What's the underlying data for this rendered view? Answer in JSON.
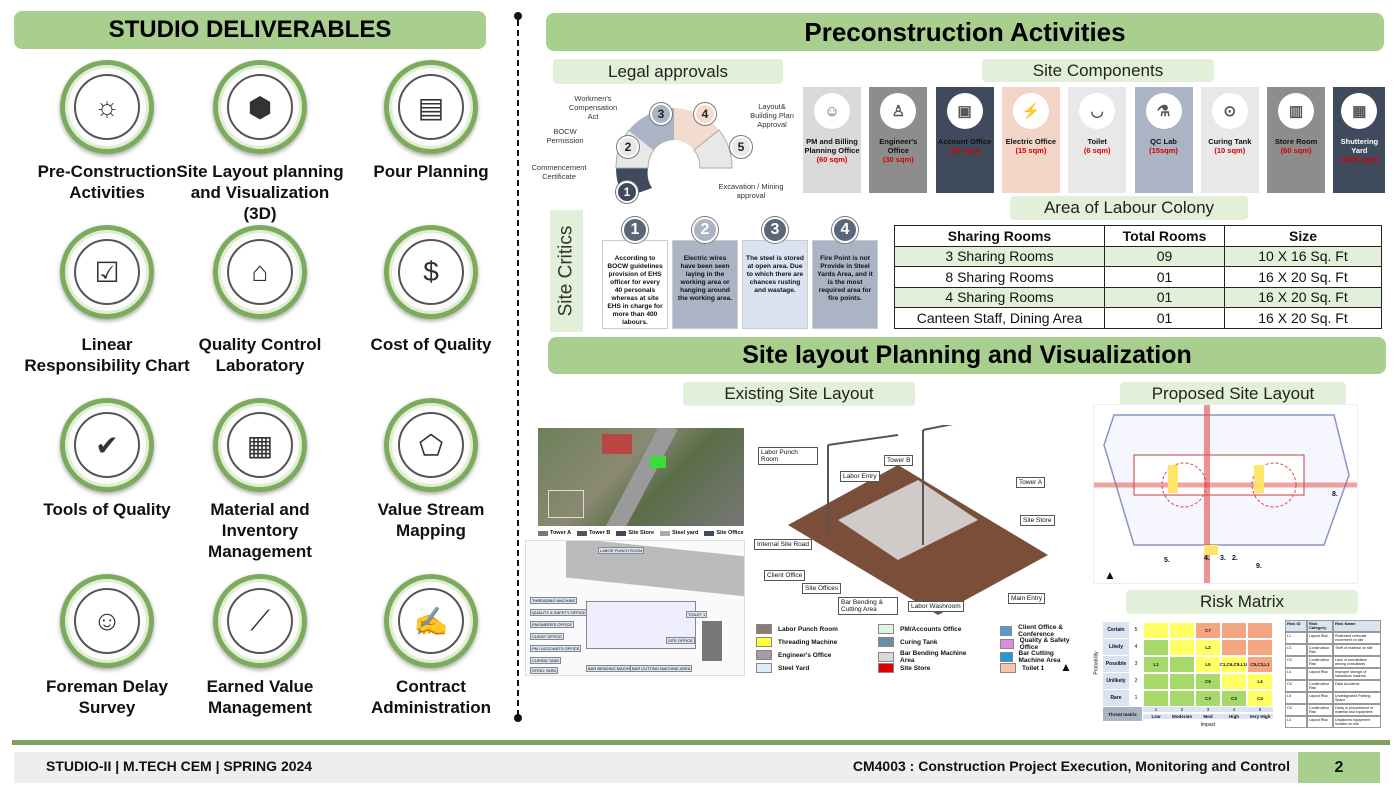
{
  "left_title": "STUDIO DELIVERABLES",
  "deliverables": [
    {
      "label": "Pre-Construction Activities",
      "icon": "meeting-icon"
    },
    {
      "label": "Site Layout planning and Visualization (3D)",
      "icon": "cube-icon"
    },
    {
      "label": "Pour Planning",
      "icon": "concrete-pour-icon"
    },
    {
      "label": "Linear Responsibility Chart",
      "icon": "checklist-person-icon"
    },
    {
      "label": "Quality Control Laboratory",
      "icon": "lab-monitor-icon"
    },
    {
      "label": "Cost of Quality",
      "icon": "money-bag-icon"
    },
    {
      "label": "Tools of Quality",
      "icon": "quality-gear-icon"
    },
    {
      "label": "Material and Inventory Management",
      "icon": "bricks-icon"
    },
    {
      "label": "Value Stream Mapping",
      "icon": "value-stream-shape-icon"
    },
    {
      "label": "Foreman Delay Survey",
      "icon": "foreman-icon"
    },
    {
      "label": "Earned Value Management",
      "icon": "trend-chart-icon"
    },
    {
      "label": "Contract Administration",
      "icon": "handshake-contract-icon"
    }
  ],
  "preconstruction": {
    "title": "Preconstruction Activities",
    "legal_title": "Legal approvals",
    "legal_items": [
      {
        "num": "1",
        "label": "Commencement Certificate"
      },
      {
        "num": "2",
        "label": "BOCW Permission"
      },
      {
        "num": "3",
        "label": "Workmen's Compensation Act"
      },
      {
        "num": "4",
        "label": "Layout& Building Plan Approval"
      },
      {
        "num": "5",
        "label": "Excavation / Mining approval"
      }
    ],
    "site_components_title": "Site Components",
    "site_components": [
      {
        "name": "PM and Billing Planning Office",
        "size": "(60 sqm)"
      },
      {
        "name": "Engineer's Office",
        "size": "(30 sqm)"
      },
      {
        "name": "Account Office",
        "size": "(30 sqm)"
      },
      {
        "name": "Electric Office",
        "size": "(15 sqm)"
      },
      {
        "name": "Toilet",
        "size": "(6 sqm)"
      },
      {
        "name": "QC Lab",
        "size": "(15sqm)"
      },
      {
        "name": "Curing Tank",
        "size": "(10 sqm)"
      },
      {
        "name": "Store Room",
        "size": "(60 sqm)"
      },
      {
        "name": "Shuttering Yard",
        "size": "(1000 sqm)"
      }
    ],
    "site_critics_title": "Site Critics",
    "site_critics": [
      {
        "num": "1",
        "text": "According to BOCW guidelines provision of EHS officer for every 40 personals whereas at site EHS in charge for more than 400 labours."
      },
      {
        "num": "2",
        "text": "Electric wires have been seen laying in the working area or hanging around the working area."
      },
      {
        "num": "3",
        "text": "The steel is stored at open area. Due to which there are chances rusting and wastage."
      },
      {
        "num": "4",
        "text": "Fire Point is not Provide in Steel Yards Area, and it is the most required area for fire points."
      }
    ],
    "labour_title": "Area of Labour Colony",
    "labour_headers": [
      "Sharing Rooms",
      "Total Rooms",
      "Size"
    ],
    "labour_rows": [
      [
        "3 Sharing Rooms",
        "09",
        "10 X 16 Sq. Ft"
      ],
      [
        "8 Sharing Rooms",
        "01",
        "16 X 20 Sq. Ft"
      ],
      [
        "4 Sharing Rooms",
        "01",
        "16 X 20 Sq. Ft"
      ],
      [
        "Canteen Staff, Dining Area",
        "01",
        "16 X 20 Sq. Ft"
      ]
    ]
  },
  "site_layout": {
    "title": "Site layout Planning and Visualization",
    "existing_title": "Existing Site Layout",
    "proposed_title": "Proposed Site Layout",
    "risk_title": "Risk Matrix",
    "map_legend": [
      "Tower A",
      "Tower B",
      "Site Store",
      "Steel yard",
      "Site Office"
    ],
    "plan_labels": [
      "LABOR PUNCH ROOM",
      "THREADING MACHINE",
      "QUALITY & SAFETY OFFICE",
      "ENGINEER'S OFFICE",
      "CLIENT OFFICE",
      "PM / ACCOUNTS OFFICE",
      "CURING TANK",
      "STEEL YARD",
      "BAR BENDING MACHINE AREA",
      "BAR CUTTING MACHINE AREA",
      "SITE OFFICE",
      "TOILET 1"
    ],
    "view3d_labels": [
      "Labor Punch Room",
      "Labor Entry",
      "Tower B",
      "Tower A",
      "Site Store",
      "Internal Site Road",
      "Client Office",
      "Site Offices",
      "Bar Bending & Cutting Area",
      "Labor Washroom",
      "Main Entry"
    ],
    "legend": [
      {
        "label": "Labor Punch Room",
        "color": "#8a7a70"
      },
      {
        "label": "PM/Accounts Office",
        "color": "#dff5df"
      },
      {
        "label": "Client Office & Conference",
        "color": "#5b9bd5"
      },
      {
        "label": "Threading Machine",
        "color": "#ffff3c"
      },
      {
        "label": "Curing Tank",
        "color": "#6a8fa8"
      },
      {
        "label": "Quality & Safety Office",
        "color": "#d98ee0"
      },
      {
        "label": "Engineer's Office",
        "color": "#a39aa8"
      },
      {
        "label": "Bar Bending Machine Area",
        "color": "#d9d9d9"
      },
      {
        "label": "Bar Cutting Machine Area",
        "color": "#1f9ad6"
      },
      {
        "label": "Steel Yard",
        "color": "#d9ecf7"
      },
      {
        "label": "Site Store",
        "color": "#e00000"
      },
      {
        "label": "Toilet 1",
        "color": "#f4c6aa"
      }
    ],
    "proposed_numbers": [
      "8.",
      "5.",
      "4.",
      "3.",
      "2.",
      "9."
    ],
    "risk_matrix": {
      "y_axis": "Probability",
      "x_axis": "Impact",
      "corner": "Threat matrix",
      "rows": [
        {
          "label": "Certain",
          "score": "5",
          "cells": [
            "",
            "",
            "C7",
            "",
            ""
          ]
        },
        {
          "label": "Likely",
          "score": "4",
          "cells": [
            "",
            "",
            "L2",
            "",
            ""
          ]
        },
        {
          "label": "Possible",
          "score": "3",
          "cells": [
            "L1",
            "",
            "L5",
            "C1,C6,C9,L10",
            "C5,C3,L1"
          ]
        },
        {
          "label": "Unlikely",
          "score": "2",
          "cells": [
            "",
            "",
            "C6",
            "",
            "L4"
          ]
        },
        {
          "label": "Rare",
          "score": "1",
          "cells": [
            "",
            "",
            "C3",
            "C2",
            "C4"
          ]
        }
      ],
      "col_scores": [
        "1",
        "2",
        "3",
        "4",
        "5"
      ],
      "col_labels": [
        "Low",
        "Moderate",
        "Mod",
        "High",
        "Very High"
      ]
    },
    "risk_table_headers": [
      "Risk ID",
      "Risk Category",
      "Risk Name"
    ],
    "risk_table_rows": [
      [
        "L1",
        "Layout Risk",
        "Restricted vehicular movement on site"
      ],
      [
        "C1",
        "Construction Risk",
        "Theft of material on site"
      ],
      [
        "C9",
        "Construction Risk",
        "Lack of coordination among consultants"
      ],
      [
        "L4",
        "Layout Risk",
        "Improper storage of hazardous material"
      ],
      [
        "C6",
        "Construction Risk",
        "Fatal Accidents"
      ],
      [
        "L5",
        "Layout Risk",
        "Undesignated Parking Space"
      ],
      [
        "C6",
        "Construction Risk",
        "Delay in procurement of material and equipment"
      ],
      [
        "L3",
        "Layout Risk",
        "Unplanned equipment location on site"
      ]
    ]
  },
  "footer": {
    "left": "STUDIO-II | M.TECH CEM | SPRING 2024",
    "right": "CM4003 : Construction Project Execution, Monitoring and Control",
    "page": "2"
  }
}
